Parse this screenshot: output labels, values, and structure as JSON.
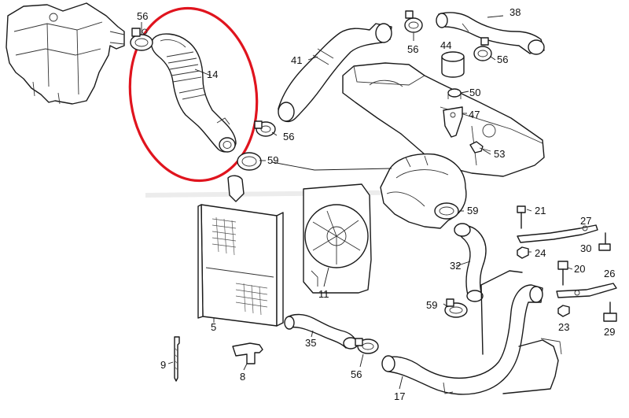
{
  "highlight": {
    "color": "#e0141e",
    "target_part": "14"
  },
  "callouts": {
    "p56a": "56",
    "p14": "14",
    "p56b": "56",
    "p59a": "59",
    "p41": "41",
    "p56c": "56",
    "p44": "44",
    "p38": "38",
    "p56d": "56",
    "p50": "50",
    "p47": "47",
    "p53": "53",
    "p59b": "59",
    "p21": "21",
    "p27": "27",
    "p24": "24",
    "p30": "30",
    "p32": "32",
    "p20": "20",
    "p26": "26",
    "p59c": "59",
    "p23": "23",
    "p29": "29",
    "p11": "11",
    "p5": "5",
    "p35": "35",
    "p9": "9",
    "p8": "8",
    "p56e": "56",
    "p17": "17"
  }
}
